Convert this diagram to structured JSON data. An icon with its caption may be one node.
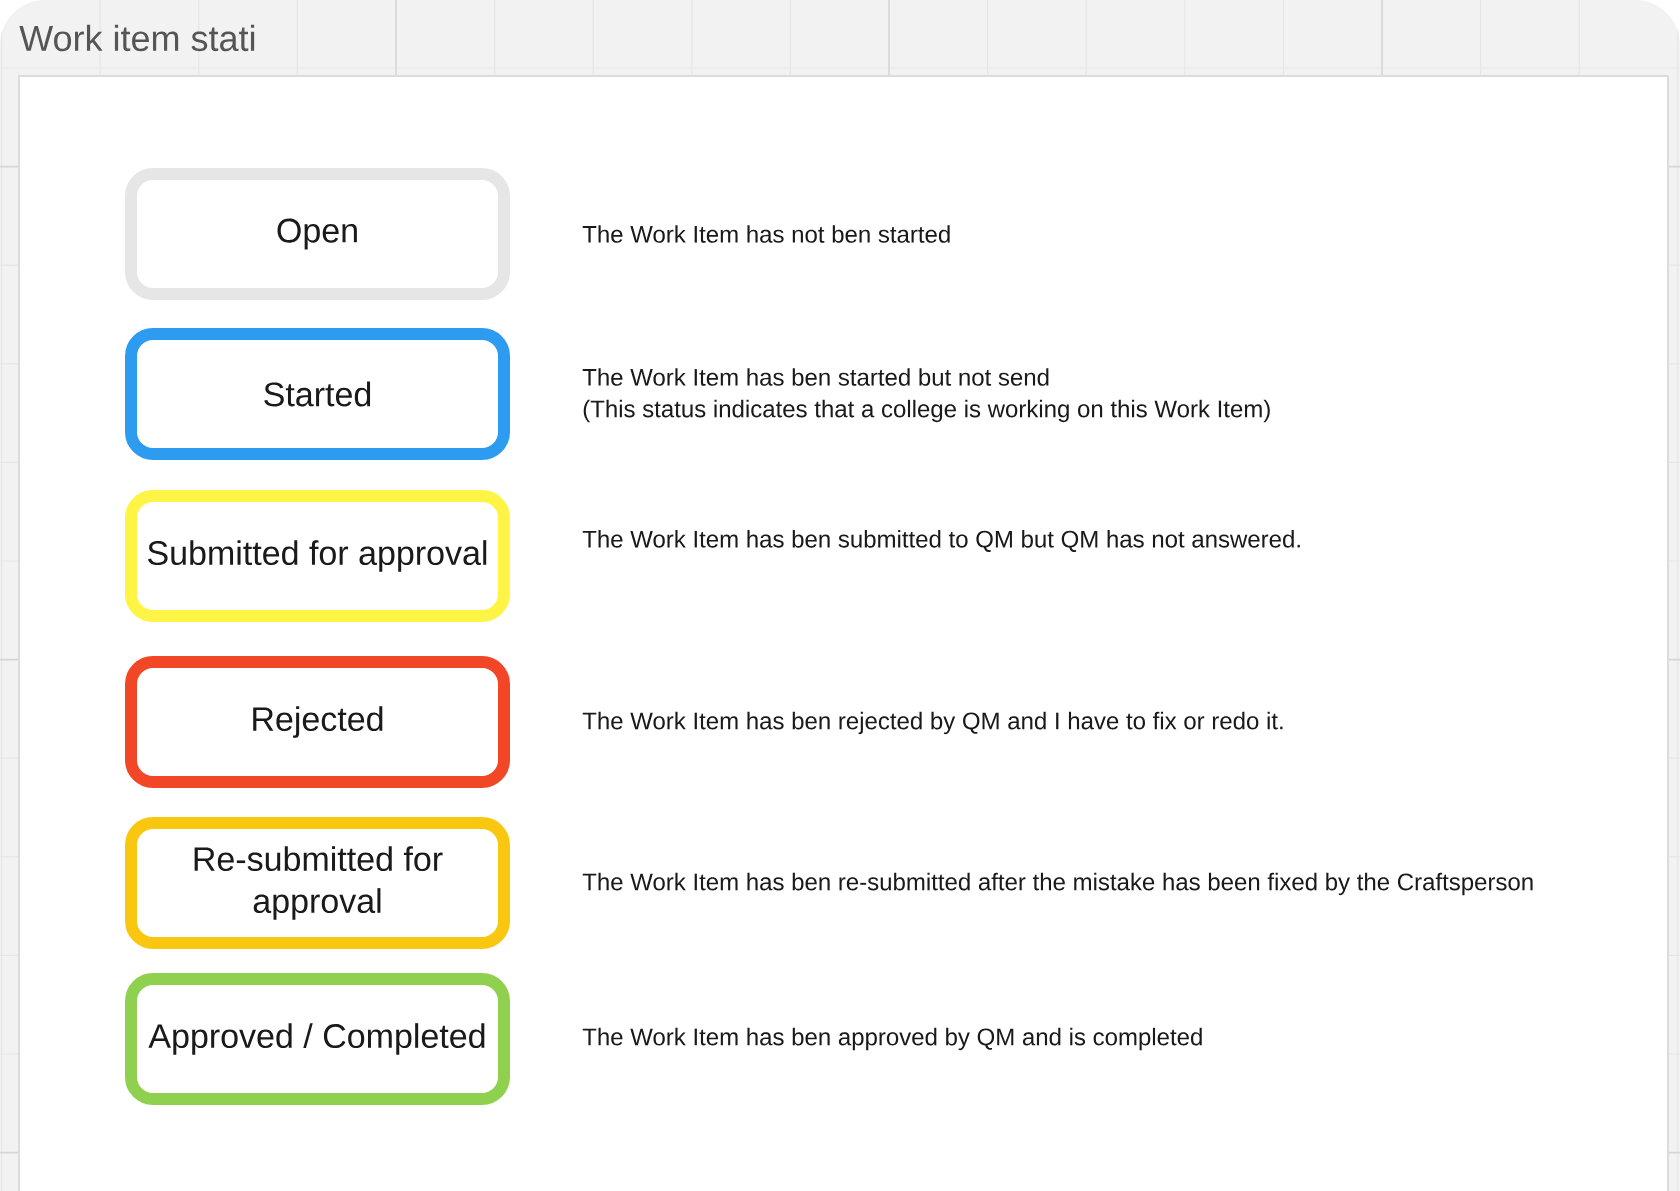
{
  "diagram": {
    "title": "Work item stati",
    "nodes": [
      {
        "text": [
          "Open"
        ],
        "beside": [
          "The Work Item has not ben started"
        ]
      },
      {
        "text": [
          "Started"
        ],
        "beside": [
          "The Work Item has ben started but not send",
          "(This status indicates that a college is working on this Work Item)"
        ]
      },
      {
        "text": [
          "Submitted for approval"
        ],
        "beside": [
          "The Work Item has ben submitted to QM but QM has not answered."
        ]
      },
      {
        "text": [
          "Rejected"
        ],
        "beside": [
          "The Work Item has ben rejected by QM and I have to fix or redo it."
        ]
      },
      {
        "text": [
          "Re-submitted for approval"
        ],
        "beside": [
          "The Work Item has ben re-submitted after the mistake has been fixed by the Craftsperson"
        ]
      },
      {
        "text": [
          "Approved / Completed"
        ],
        "beside": [
          "The Work Item has ben approved by QM and is completed"
        ]
      }
    ]
  }
}
